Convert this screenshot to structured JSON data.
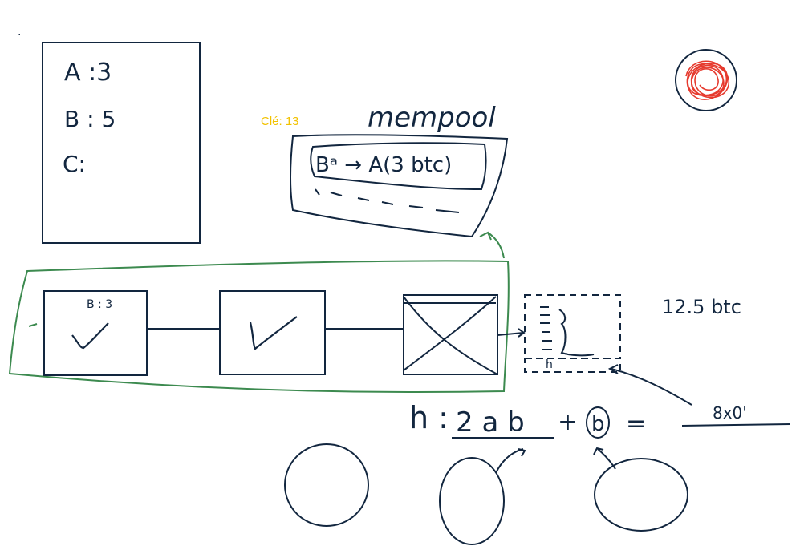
{
  "board": {
    "stray_dot": "·",
    "balances": {
      "A": "A :3",
      "B": "B : 5",
      "C": "C:"
    },
    "mempool": {
      "key_label": "Clé: 13",
      "title": "mempool",
      "transaction": "Bᵃ → A(3 btc)"
    },
    "chain": {
      "block1_note": "B : 3"
    },
    "new_block": {
      "reward": "12.5 btc",
      "h_mark": "h"
    },
    "formula": {
      "lhs": "h :",
      "numerator": "2 a b",
      "plus": "+",
      "circled": "b",
      "equals": "=",
      "rhs": "8x0'"
    },
    "colors": {
      "ink": "#12263f",
      "green": "#3c8a4f",
      "red": "#e63a2e",
      "yellow": "#f2c200"
    }
  }
}
